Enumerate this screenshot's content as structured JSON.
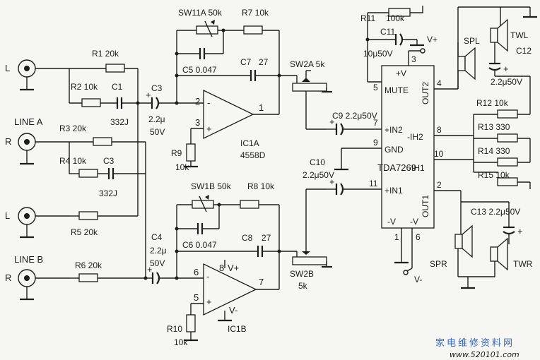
{
  "resistors": {
    "r1": "R1  20k",
    "r2": "R2  10k",
    "r3": "R3  20k",
    "r4": "R4  10k",
    "r5": "R5  20k",
    "r6": "R6  20k",
    "r7": "R7  10k",
    "r8": "R8  10k",
    "r9": "R9",
    "r9v": "10k",
    "r10": "R10",
    "r10v": "10k",
    "r11": "R11",
    "r11v": "100k",
    "r12": "R12  10k",
    "r13": "R13  330",
    "r14": "R14  330",
    "r15": "R15  10k"
  },
  "capacitors": {
    "c1": "C1",
    "c1v": "332J",
    "c3b": "C3",
    "c3bv": "332J",
    "c3": "C3",
    "c3v1": "2.2μ",
    "c3v2": "50V",
    "c4": "C4",
    "c4v1": "2.2μ",
    "c4v2": "50V",
    "c5": "C5  0.047",
    "c6": "C6  0.047",
    "c7": "C7",
    "c7v": "27",
    "c8": "C8",
    "c8v": "27",
    "c9": "C9  2.2μ50V",
    "c10": "C10",
    "c10v": "2.2μ50V",
    "c11": "C11",
    "c11v": "10μ50V",
    "c12": "C12",
    "c12v": "2.2μ50V",
    "c13": "C13  2.2μ50V"
  },
  "pots": {
    "sw11a": "SW11A  50k",
    "sw1b": "SW1B  50k",
    "sw2a": "SW2A  5k",
    "sw2b": "SW2B",
    "sw2bv": "5k"
  },
  "inputs": {
    "l1": "L",
    "line_a": "LINE  A",
    "r1": "R",
    "l2": "L",
    "line_b": "LINE  B",
    "r2": "R"
  },
  "opamps": {
    "ic1a": "IC1A",
    "ic1a_part": "4558D",
    "ic1b": "IC1B",
    "pin_minus": "-",
    "pin_plus": "+",
    "a_pin2": "2",
    "a_pin3": "3",
    "a_pin1": "1",
    "b_pin6": "6",
    "b_pin5": "5",
    "b_pin7": "7",
    "b_pin8": "8",
    "vplus": "V+",
    "vminus": "V-"
  },
  "amp": {
    "name": "TDA7269",
    "vplus": "+V",
    "mute": "MUTE",
    "in2": "+IN2",
    "gnd": "GND",
    "in1": "+IN1",
    "ih2": "-IH2",
    "ih1": "-IH1",
    "out2": "OUT2",
    "out1": "OUT1",
    "vneg1": "-V",
    "vneg2": "-V",
    "p3": "3",
    "p5": "5",
    "p7": "7",
    "p9": "9",
    "p11": "11",
    "p4": "4",
    "p8": "8",
    "p10": "10",
    "p2": "2",
    "p1": "1",
    "p6": "6",
    "supply_pos": "V+",
    "supply_neg": "V-"
  },
  "speakers": {
    "spl": "SPL",
    "twl": "TWL",
    "spr": "SPR",
    "twr": "TWR"
  },
  "watermark": {
    "text": "家电维修资料网",
    "url": "www.520101.com"
  },
  "colors": {
    "ink": "#1c1c1c",
    "paper": "#f6f6f2",
    "watermark": "#3366cc"
  }
}
